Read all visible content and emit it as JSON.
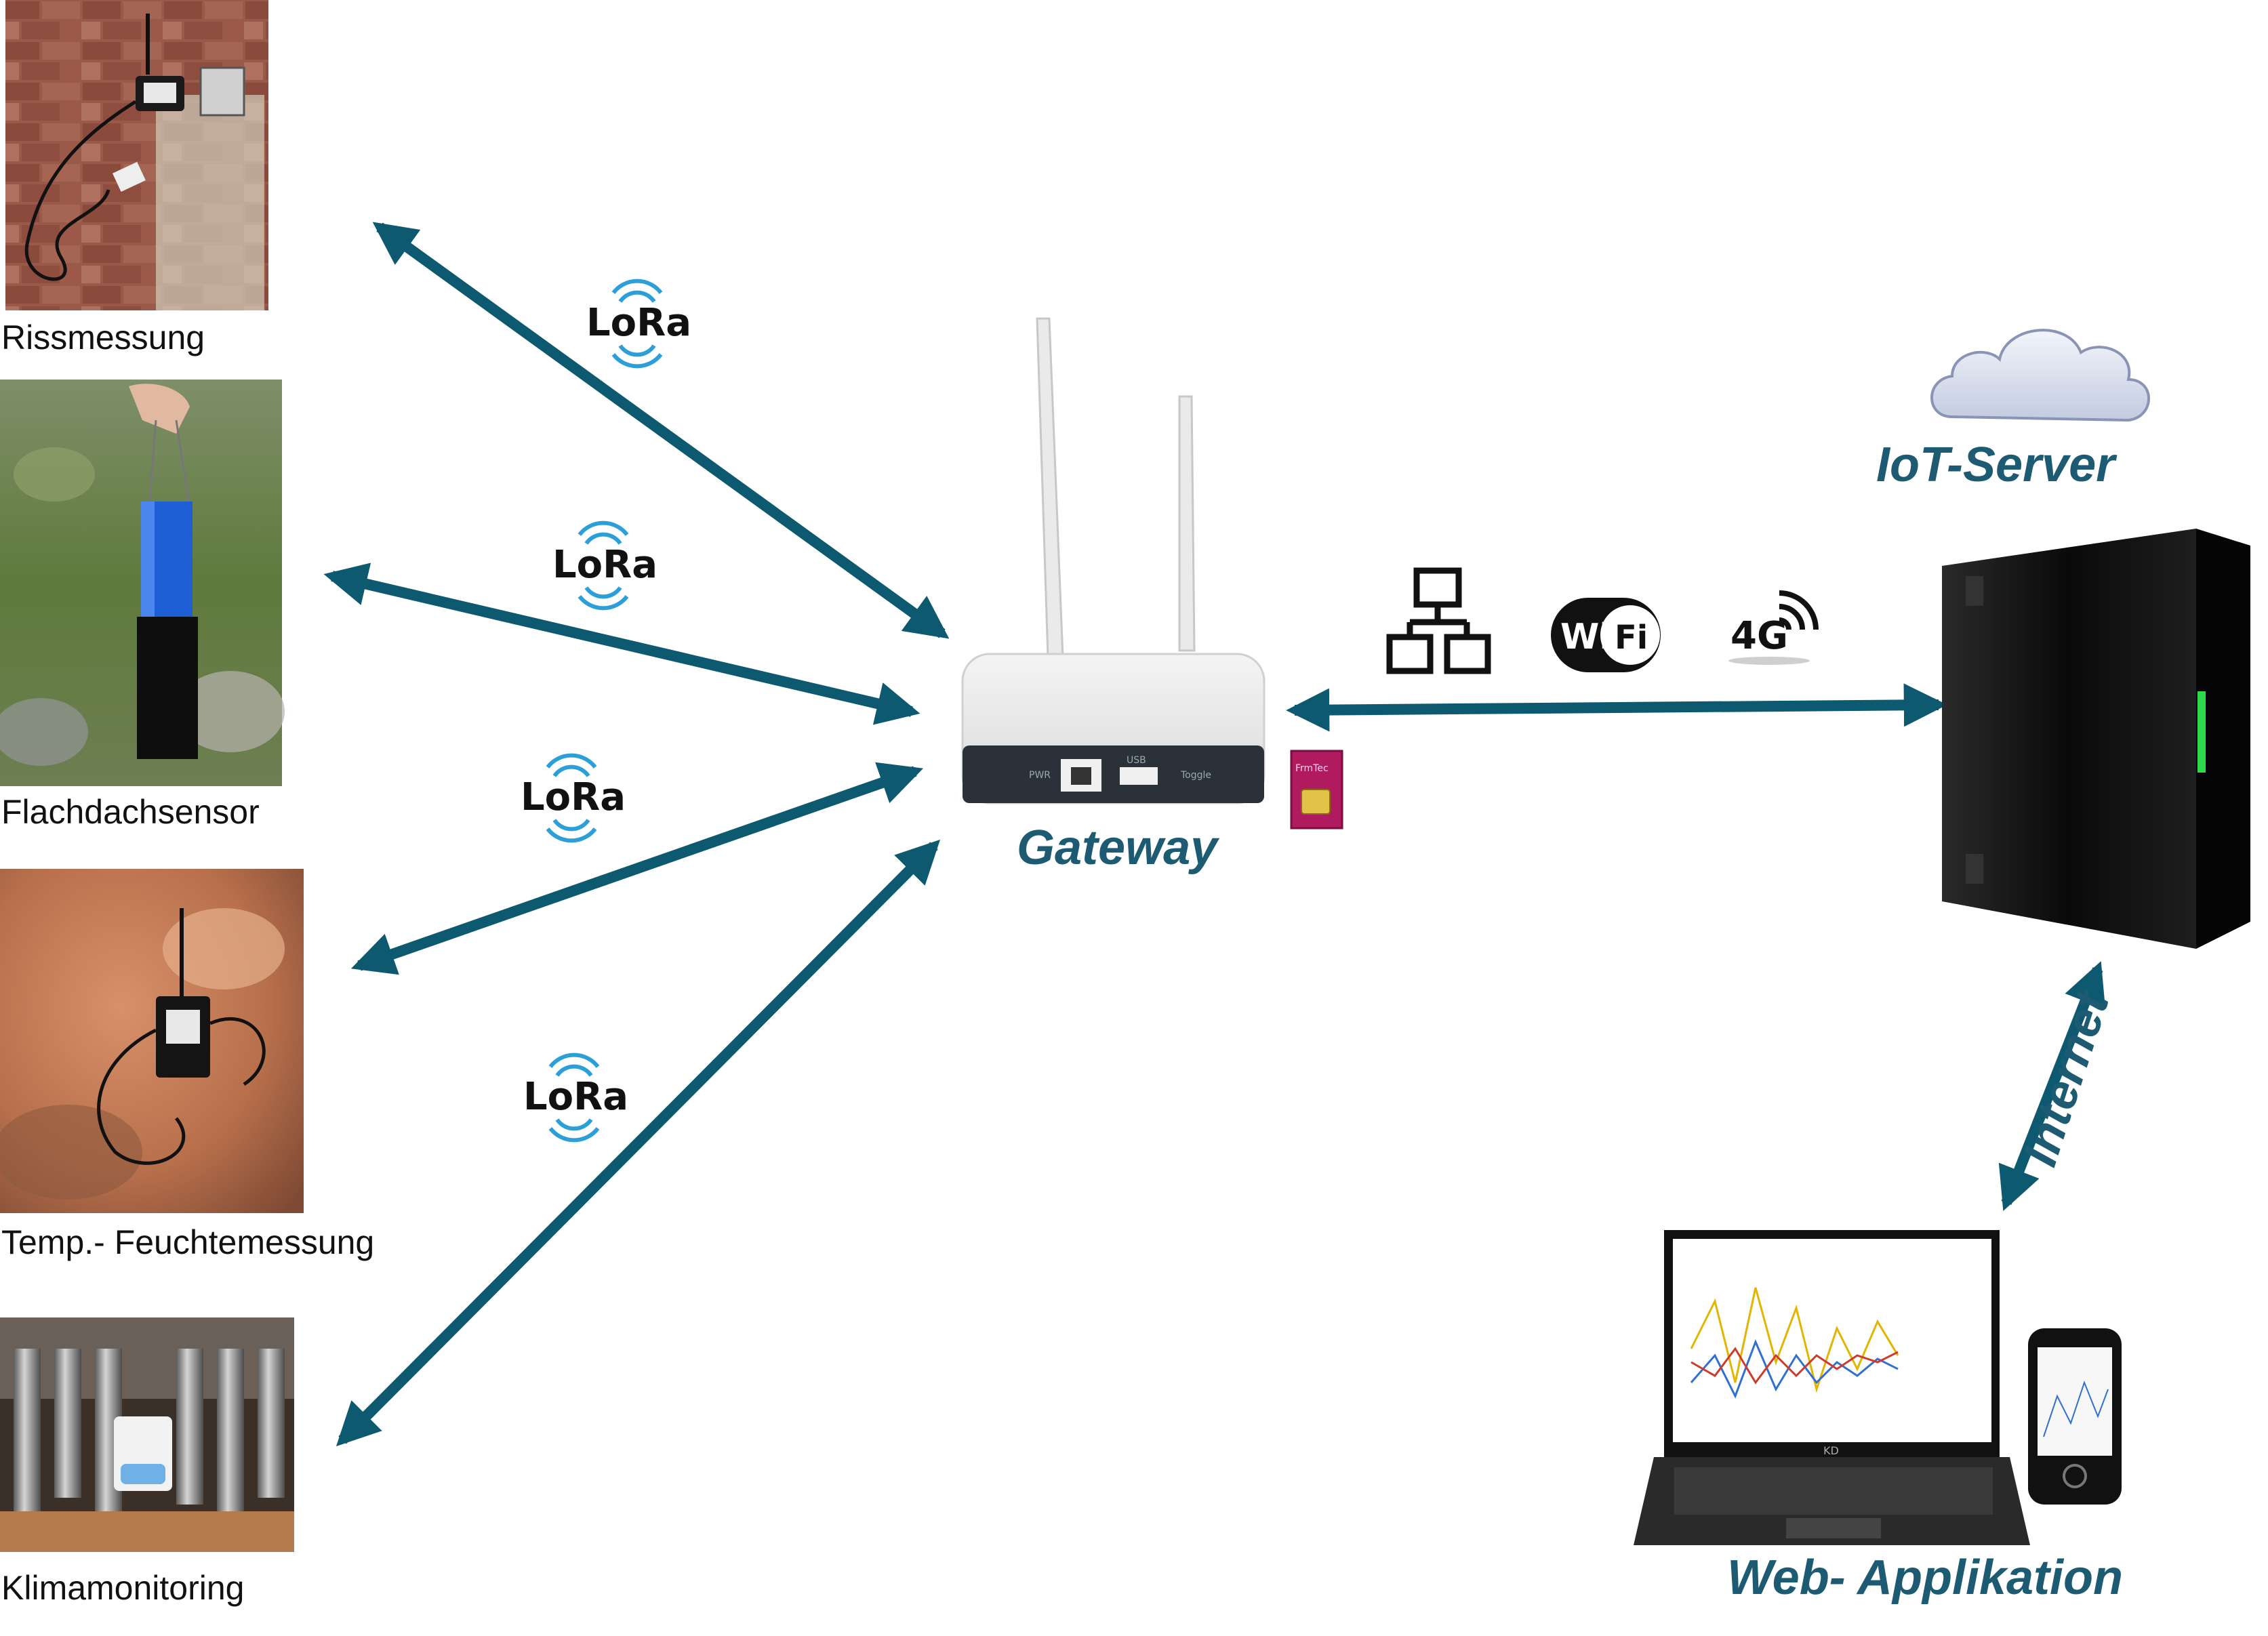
{
  "sensors": [
    {
      "label": "Rissmessung",
      "photo": "crack-sensor-on-brick-wall"
    },
    {
      "label": "Flachdachsensor",
      "photo": "flat-roof-sensor-tube"
    },
    {
      "label": "Temp.- Feuchtemessung",
      "photo": "temp-humidity-sensor-on-stone"
    },
    {
      "label": "Klimamonitoring",
      "photo": "climate-sensor-in-organ-pipes"
    }
  ],
  "lora_labels": [
    "LoRa",
    "LoRa",
    "LoRa",
    "LoRa"
  ],
  "gateway": {
    "label": "Gateway",
    "port_labels": [
      "PWR",
      "USB",
      "Toggle"
    ],
    "sim_label": "FrmTec"
  },
  "uplink_icons": {
    "ethernet": "network-icon",
    "wifi": {
      "left": "Wi",
      "right": "Fi"
    },
    "cellular": "4G"
  },
  "server": {
    "label": "IoT-Server"
  },
  "internet": {
    "label": "Internet"
  },
  "client": {
    "label": "Web- Applikation",
    "laptop_brand": "KD"
  },
  "colors": {
    "arrow": "#0d5a70",
    "label_blue": "#1d5b73",
    "wifi_blue": "#2c9fd9"
  }
}
